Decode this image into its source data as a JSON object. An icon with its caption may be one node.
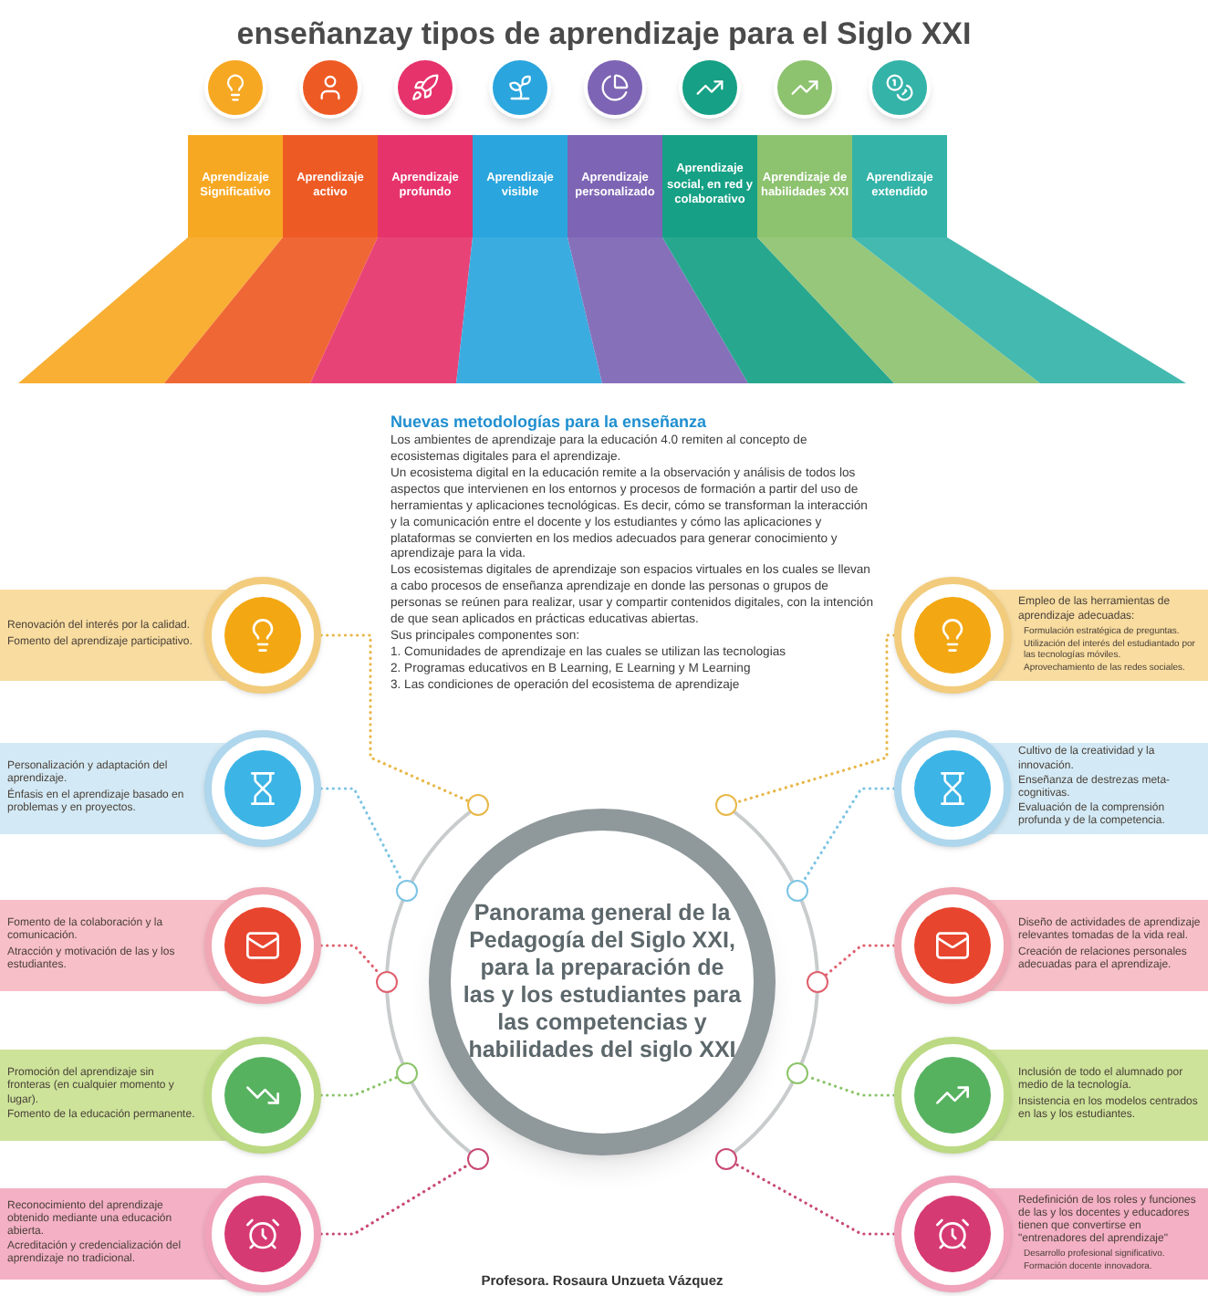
{
  "diagram": {
    "title": "enseñanzay tipos de aprendizaje para el Siglo XXI",
    "nodes": [
      {
        "text": [
          "Aprendizaje Significativo"
        ]
      },
      {
        "text": [
          "Aprendizaje activo"
        ]
      },
      {
        "text": [
          "Aprendizaje profundo"
        ]
      },
      {
        "text": [
          "Aprendizaje visible"
        ]
      },
      {
        "text": [
          "Aprendizaje personalizado"
        ]
      },
      {
        "text": [
          "Aprendizaje social, en red y colaborativo"
        ]
      },
      {
        "text": [
          "Aprendizaje de habilidades XXI"
        ]
      },
      {
        "text": [
          "Aprendizaje extendido"
        ]
      },
      {
        "text": [
          "Panorama general de la Pedagogía del Siglo XXI, para la preparación de las y los estudiantes para las competencias y habilidades del siglo XXI"
        ]
      },
      {
        "text": [
          "Renovación del interés por la calidad.",
          "Fomento del aprendizaje participativo."
        ]
      },
      {
        "text": [
          "Personalización y adaptación del aprendizaje.",
          "Énfasis en el aprendizaje basado en problemas y en proyectos."
        ]
      },
      {
        "text": [
          "Fomento de la colaboración y la comunicación.",
          "Atracción y motivación de las y los estudiantes."
        ]
      },
      {
        "text": [
          "Promoción del aprendizaje sin fronteras (en cualquier momento y lugar).",
          "Fomento de la educación permanente."
        ]
      },
      {
        "text": [
          "Reconocimiento del aprendizaje obtenido mediante una educación abierta.",
          "Acreditación y credencialización del aprendizaje no tradicional."
        ]
      },
      {
        "text": [
          "Empleo de las herramientas de aprendizaje adecuadas:",
          "Formulación estratégica de preguntas.",
          "Utilización del interés del estudiantado por las tecnologías móviles.",
          "Aprovechamiento de las redes sociales."
        ]
      },
      {
        "text": [
          "Cultivo de la creatividad y la innovación.",
          "Enseñanza de destrezas meta-cognitivas.",
          "Evaluación de la comprensión profunda y de la competencia."
        ]
      },
      {
        "text": [
          "Diseño de actividades de aprendizaje relevantes tomadas de la vida real.",
          "Creación de relaciones personales adecuadas para el aprendizaje."
        ]
      },
      {
        "text": [
          "Inclusión de todo el alumnado por medio de la tecnología.",
          "Insistencia en los modelos centrados en las y los estudiantes."
        ]
      },
      {
        "text": [
          "Redefinición de los roles y funciones de las y los docentes y educadores tienen que convertirse en \"entrenadores del aprendizaje\"",
          "Desarrollo profesional significativo.",
          "Formación docente innovadora."
        ]
      },
      {
        "text": [],
        "shape": "circle"
      },
      {
        "text": [],
        "shape": "circle"
      },
      {
        "text": [],
        "shape": "circle"
      },
      {
        "text": [],
        "shape": "circle"
      },
      {
        "text": [],
        "shape": "circle"
      },
      {
        "text": [],
        "shape": "circle"
      },
      {
        "text": [],
        "shape": "circle"
      },
      {
        "text": [],
        "shape": "circle"
      },
      {
        "text": [],
        "shape": "circle"
      },
      {
        "text": [],
        "shape": "circle"
      }
    ],
    "edges": [
      {
        "from": 9,
        "to": 19,
        "arrow": "none",
        "style": "dashed",
        "color": "#e8b84a"
      },
      {
        "from": 10,
        "to": 20,
        "arrow": "none",
        "style": "dashed",
        "color": "#7cc4e4"
      },
      {
        "from": 11,
        "to": 21,
        "arrow": "none",
        "style": "dashed",
        "color": "#e0606e"
      },
      {
        "from": 12,
        "to": 22,
        "arrow": "none",
        "style": "dashed",
        "color": "#8cc46a"
      },
      {
        "from": 13,
        "to": 23,
        "arrow": "none",
        "style": "dashed",
        "color": "#c84a72"
      },
      {
        "from": 14,
        "to": 24,
        "arrow": "none",
        "style": "dashed",
        "color": "#e8b84a"
      },
      {
        "from": 15,
        "to": 25,
        "arrow": "none",
        "style": "dashed",
        "color": "#7cc4e4"
      },
      {
        "from": 16,
        "to": 26,
        "arrow": "none",
        "style": "dashed",
        "color": "#e0606e"
      },
      {
        "from": 17,
        "to": 27,
        "arrow": "none",
        "style": "dashed",
        "color": "#8cc46a"
      },
      {
        "from": 18,
        "to": 28,
        "arrow": "none",
        "style": "dashed",
        "color": "#c84a72"
      }
    ],
    "labels": [
      "Nuevas metodologías para la enseñanza",
      "Los ambientes de aprendizaje para la educación 4.0 remiten al concepto de ecosistemas digitales para el aprendizaje.",
      "Un ecosistema digital en la educación remite a la observación y análisis de todos los aspectos que intervienen en los entornos y procesos de formación a partir del uso de herramientas y aplicaciones tecnológicas. Es decir, cómo se transforman la interacción y la comunicación entre el docente y los estudiantes y cómo las aplicaciones y plataformas se convierten en los medios adecuados para generar conocimiento y aprendizaje para la vida.",
      "Los ecosistemas digitales de aprendizaje son espacios virtuales en los cuales se llevan a cabo procesos de enseñanza aprendizaje en donde las personas o grupos de personas se reúnen para realizar, usar y compartir contenidos digitales, con la intención de que sean aplicados en prácticas educativas abiertas.",
      "Sus principales componentes son:",
      "1. Comunidades de aprendizaje en las cuales se utilizan las tecnologias",
      "2. Programas educativos en B Learning, E Learning y M Learning",
      "3. Las condiciones de operación del ecosistema de aprendizaje",
      "Profesora. Rosaura Unzueta Vázquez"
    ]
  }
}
